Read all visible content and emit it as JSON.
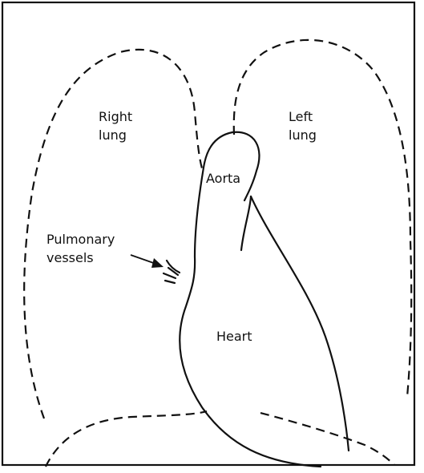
{
  "labels": {
    "right_lung": [
      "Right",
      "lung"
    ],
    "left_lung": [
      "Left",
      "lung"
    ],
    "aorta": "Aorta",
    "heart": "Heart",
    "pulmonary_vessels": [
      "Pulmonary",
      "vessels"
    ]
  },
  "colors": {
    "line": "#111111",
    "background": "#ffffff"
  }
}
